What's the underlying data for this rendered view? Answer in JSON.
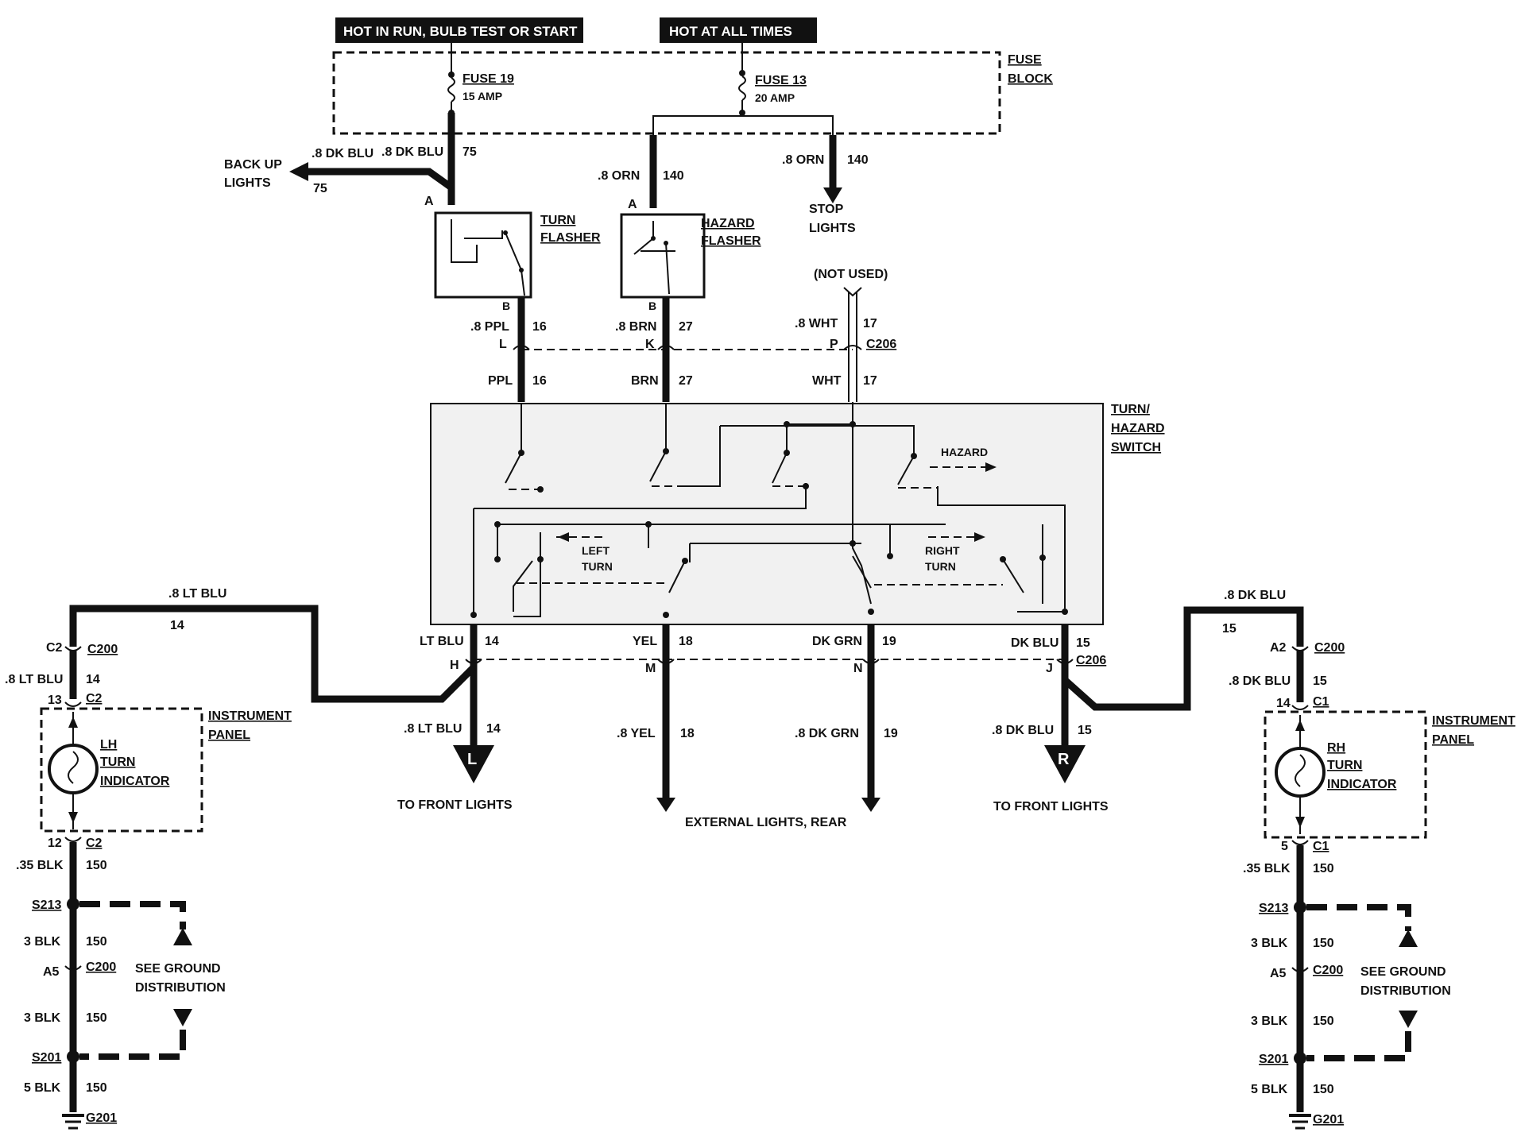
{
  "banners": {
    "hot_run": "HOT IN RUN, BULB TEST OR START",
    "hot_always": "HOT AT ALL TIMES"
  },
  "fuse_block": {
    "label1": "FUSE",
    "label2": "BLOCK"
  },
  "fuse19": {
    "name": "FUSE 19",
    "rating": "15 AMP"
  },
  "fuse13": {
    "name": "FUSE 13",
    "rating": "20 AMP"
  },
  "backup": {
    "line1": "BACK UP",
    "line2": "LIGHTS",
    "circuit": "75",
    "wire_a": ".8 DK BLU",
    "wire_b": ".8 DK BLU",
    "circuit_b": "75"
  },
  "stop": {
    "line1": "STOP",
    "line2": "LIGHTS",
    "wire": ".8 ORN",
    "circuit": "140"
  },
  "hazard_feed": {
    "wire": ".8 ORN",
    "circuit": "140"
  },
  "turn_flasher": {
    "line1": "TURN",
    "line2": "FLASHER",
    "pin_a": "A",
    "pin_b": "B"
  },
  "hazard_flasher": {
    "line1": "HAZARD",
    "line2": "FLASHER",
    "pin_a": "A",
    "pin_b": "B"
  },
  "not_used": "(NOT USED)",
  "c206_top": {
    "conn": "C206",
    "pin_l": "L",
    "pin_k": "K",
    "pin_p": "P"
  },
  "wires_upper": {
    "ppl_a": ".8 PPL",
    "ppl_a_c": "16",
    "ppl_b": "PPL",
    "ppl_b_c": "16",
    "brn_a": ".8 BRN",
    "brn_a_c": "27",
    "brn_b": "BRN",
    "brn_b_c": "27",
    "wht_a": ".8 WHT",
    "wht_a_c": "17",
    "wht_b": "WHT",
    "wht_b_c": "17"
  },
  "switch": {
    "line1": "TURN/",
    "line2": "HAZARD",
    "line3": "SWITCH",
    "hazard": "HAZARD",
    "left1": "LEFT",
    "left2": "TURN",
    "right1": "RIGHT",
    "right2": "TURN"
  },
  "wires_lower": {
    "ltblu": "LT BLU",
    "ltblu_c": "14",
    "yel": "YEL",
    "yel_c": "18",
    "dkgrn": "DK GRN",
    "dkgrn_c": "19",
    "dkblu": "DK BLU",
    "dkblu_c": "15",
    "pin_h": "H",
    "pin_m": "M",
    "pin_n": "N",
    "pin_j": "J",
    "conn": "C206",
    "o_ltblu": ".8 LT BLU",
    "o_ltblu_c": "14",
    "o_yel": ".8 YEL",
    "o_yel_c": "18",
    "o_dkgrn": ".8 DK GRN",
    "o_dkgrn_c": "19",
    "o_dkblu": ".8 DK BLU",
    "o_dkblu_c": "15"
  },
  "front_left": {
    "arrow": "L",
    "label": "TO FRONT LIGHTS"
  },
  "front_right": {
    "arrow": "R",
    "label": "TO FRONT LIGHTS"
  },
  "rear": "EXTERNAL LIGHTS, REAR",
  "left_side": {
    "top_wire": ".8 LT BLU",
    "top_c": "14",
    "c2_pin": "C2",
    "c200": "C200",
    "w1": ".8 LT BLU",
    "w1_c": "14",
    "p13": "13",
    "c2b": "C2",
    "panel1": "INSTRUMENT",
    "panel2": "PANEL",
    "ind1": "LH",
    "ind2": "TURN",
    "ind3": "INDICATOR",
    "p12": "12",
    "c2c": "C2",
    "w2": ".35 BLK",
    "w2_c": "150",
    "s213": "S213",
    "w3": "3 BLK",
    "w3_c": "150",
    "a5": "A5",
    "c200b": "C200",
    "w4": "3 BLK",
    "w4_c": "150",
    "s201": "S201",
    "w5": "5 BLK",
    "w5_c": "150",
    "g201": "G201",
    "gnd1": "SEE GROUND",
    "gnd2": "DISTRIBUTION"
  },
  "right_side": {
    "top_wire": ".8 DK BLU",
    "top_c": "15",
    "a2": "A2",
    "c200": "C200",
    "w1": ".8 DK BLU",
    "w1_c": "15",
    "p14": "14",
    "c1": "C1",
    "panel1": "INSTRUMENT",
    "panel2": "PANEL",
    "ind1": "RH",
    "ind2": "TURN",
    "ind3": "INDICATOR",
    "p5": "5",
    "c1b": "C1",
    "w2": ".35 BLK",
    "w2_c": "150",
    "s213": "S213",
    "w3": "3 BLK",
    "w3_c": "150",
    "a5": "A5",
    "c200b": "C200",
    "w4": "3 BLK",
    "w4_c": "150",
    "s201": "S201",
    "w5": "5 BLK",
    "w5_c": "150",
    "g201": "G201",
    "gnd1": "SEE GROUND",
    "gnd2": "DISTRIBUTION"
  }
}
